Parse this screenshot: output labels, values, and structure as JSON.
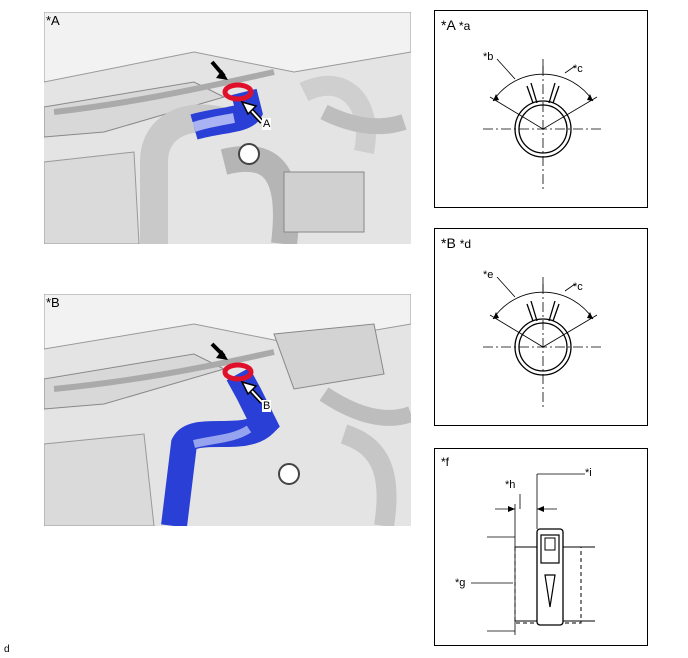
{
  "photos": {
    "a": {
      "label": "*A",
      "arrow_letter": "A"
    },
    "b": {
      "label": "*B",
      "arrow_letter": "B"
    }
  },
  "panels": {
    "a": {
      "title": "*A",
      "subtitle": "*a",
      "callouts": [
        "*b",
        "*c"
      ]
    },
    "b": {
      "title": "*B",
      "subtitle": "*d",
      "callouts": [
        "*e",
        "*c"
      ]
    },
    "f": {
      "title": "*f",
      "callouts": [
        "*h",
        "*i",
        "*g"
      ]
    }
  },
  "footer": "d",
  "colors": {
    "hose": "#2a3fd6",
    "clamp": "#e0102a",
    "frame": "#000000"
  }
}
